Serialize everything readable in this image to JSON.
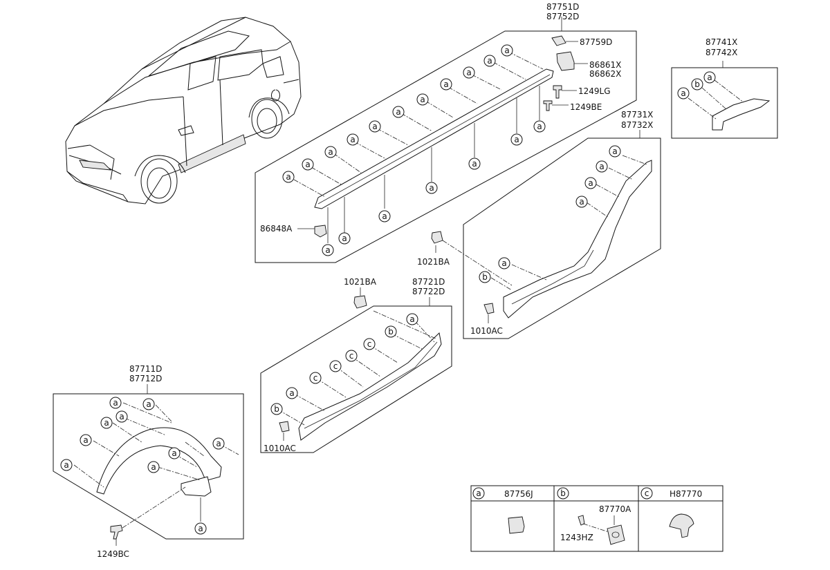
{
  "part_labels": {
    "p87751D": "87751D",
    "p87752D": "87752D",
    "p87759D": "87759D",
    "p86861X": "86861X",
    "p86862X": "86862X",
    "p1249LG": "1249LG",
    "p1249BE": "1249BE",
    "p86848A": "86848A",
    "p87741X": "87741X",
    "p87742X": "87742X",
    "p87731X": "87731X",
    "p87732X": "87732X",
    "p1021BA_top": "1021BA",
    "p1021BA_left": "1021BA",
    "p1010AC_right": "1010AC",
    "p1010AC_left": "1010AC",
    "p87721D": "87721D",
    "p87722D": "87722D",
    "p87711D": "87711D",
    "p87712D": "87712D",
    "p1249BC": "1249BC"
  },
  "callout_letters": {
    "a": "a",
    "b": "b",
    "c": "c"
  },
  "legend": {
    "a_letter": "a",
    "a_part": "87756J",
    "b_letter": "b",
    "b_part_main": "87770A",
    "b_part_screw": "1243HZ",
    "c_letter": "c",
    "c_part": "H87770"
  }
}
